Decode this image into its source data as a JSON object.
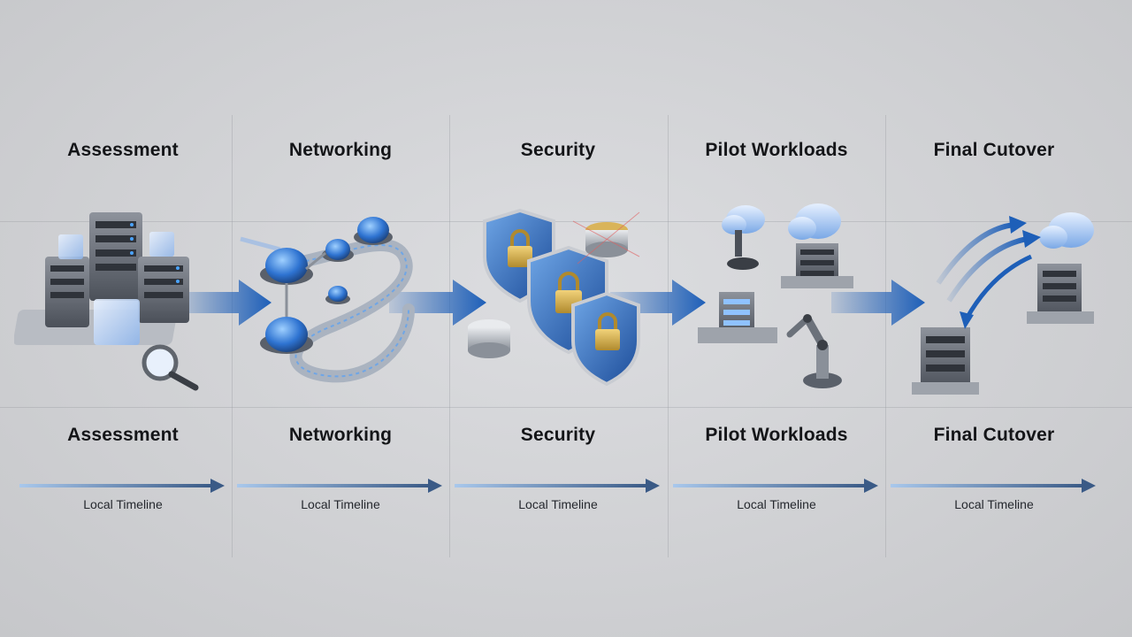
{
  "phases": [
    {
      "title": "Assessment",
      "subtitle": "Assessment",
      "timeline_label": "Local Timeline",
      "icon": "server-rack-magnifier-icon"
    },
    {
      "title": "Networking",
      "subtitle": "Networking",
      "timeline_label": "Local Timeline",
      "icon": "network-nodes-icon"
    },
    {
      "title": "Security",
      "subtitle": "Security",
      "timeline_label": "Local Timeline",
      "icon": "shield-lock-icon"
    },
    {
      "title": "Pilot Workloads",
      "subtitle": "Pilot Workloads",
      "timeline_label": "Local Timeline",
      "icon": "cloud-robot-arm-icon"
    },
    {
      "title": "Final Cutover",
      "subtitle": "Final Cutover",
      "timeline_label": "Local Timeline",
      "icon": "server-cloud-sync-icon"
    }
  ],
  "colors": {
    "accent": "#1e5fb8",
    "accent_light": "#a9c8ec",
    "timeline_dark": "#3a5a86",
    "text": "#141518"
  }
}
